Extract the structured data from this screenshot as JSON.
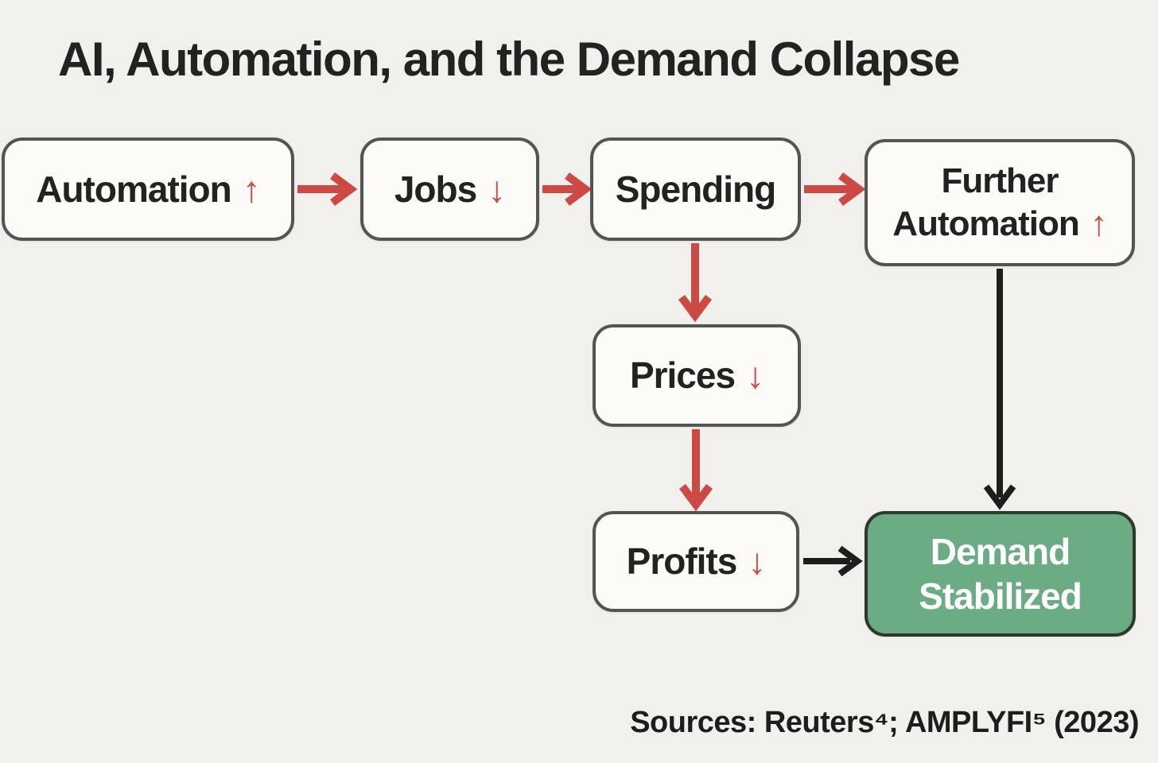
{
  "title": "AI, Automation, and the Demand Collapse",
  "source_note": "Sources: Reuters⁴; AMPLYFI⁵ (2023)",
  "colors": {
    "background": "#f2f0ec",
    "box_fill": "#fcfbf8",
    "box_border": "#545454",
    "arrow_red": "#cd4a44",
    "arrow_black": "#1d1d1d",
    "green_fill": "#6bac84",
    "green_border": "#2c3a2e",
    "text_dark": "#222222",
    "green_text": "#ffffff"
  },
  "nodes": [
    {
      "id": "automation",
      "label": "Automation",
      "trend": "↑"
    },
    {
      "id": "jobs",
      "label": "Jobs",
      "trend": "↓"
    },
    {
      "id": "spending",
      "label": "Spending",
      "trend": ""
    },
    {
      "id": "further-automation",
      "label_line1": "Further",
      "label_line2": "Automation",
      "trend": "↑"
    },
    {
      "id": "prices",
      "label": "Prices",
      "trend": "↓"
    },
    {
      "id": "profits",
      "label": "Profits",
      "trend": "↓"
    },
    {
      "id": "demand-stabilized",
      "label_line1": "Demand",
      "label_line2": "Stabilized",
      "trend": ""
    }
  ],
  "edges": [
    {
      "from": "Automation",
      "to": "Jobs",
      "color": "red"
    },
    {
      "from": "Jobs",
      "to": "Spending",
      "color": "red"
    },
    {
      "from": "Spending",
      "to": "Further Automation",
      "color": "red"
    },
    {
      "from": "Spending",
      "to": "Prices",
      "color": "red"
    },
    {
      "from": "Prices",
      "to": "Profits",
      "color": "red"
    },
    {
      "from": "Profits",
      "to": "Demand Stabilized",
      "color": "black"
    },
    {
      "from": "Further Automation",
      "to": "Demand Stabilized",
      "color": "black"
    }
  ]
}
